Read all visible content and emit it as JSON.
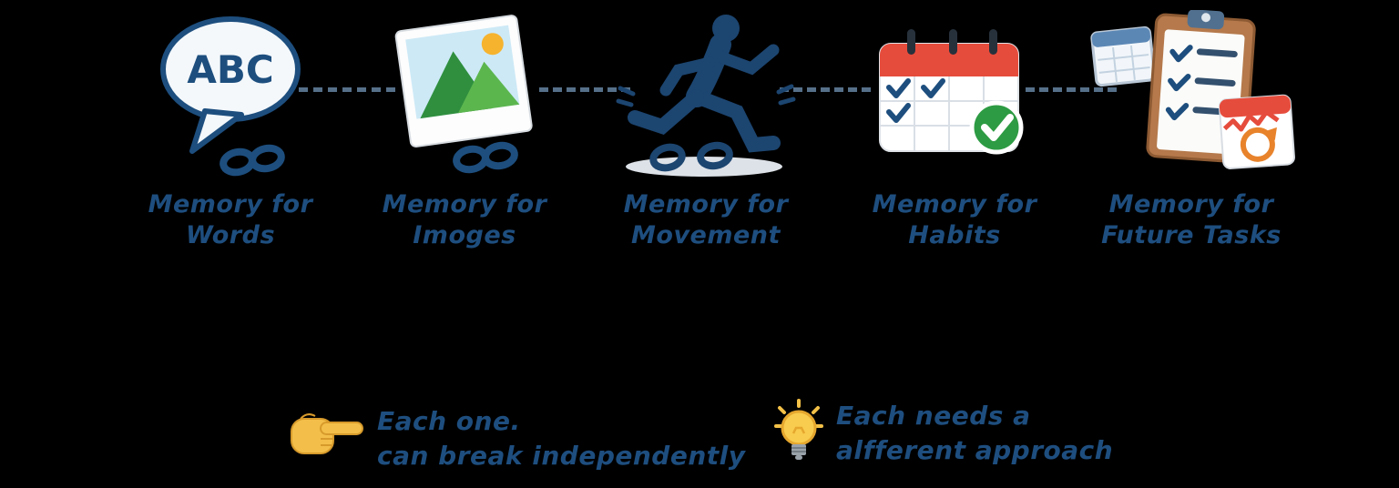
{
  "colors": {
    "background": "#000000",
    "text": "#1e4e7f",
    "connector": "#56708a",
    "icon_blue": "#1c4570",
    "calendar_red": "#e64c3c",
    "check_green": "#2d9b43",
    "emoji_yellow": "#f3bf4a"
  },
  "items": [
    {
      "id": "words",
      "label_line1": "Memory for",
      "label_line2": "Words"
    },
    {
      "id": "images",
      "label_line1": "Memory for",
      "label_line2": "Imoges"
    },
    {
      "id": "movement",
      "label_line1": "Memory for",
      "label_line2": "Movement"
    },
    {
      "id": "habits",
      "label_line1": "Memory for",
      "label_line2": "Habits"
    },
    {
      "id": "future-tasks",
      "label_line1": "Memory for",
      "label_line2": "Future Tasks"
    }
  ],
  "icons": {
    "speech_bubble_text": "ABC"
  },
  "notes": [
    {
      "icon": "pointing-hand-icon",
      "line1": "Each one.",
      "line2": "can break independently"
    },
    {
      "icon": "lightbulb-icon",
      "line1": "Each needs a",
      "line2": "alfferent approach"
    }
  ]
}
